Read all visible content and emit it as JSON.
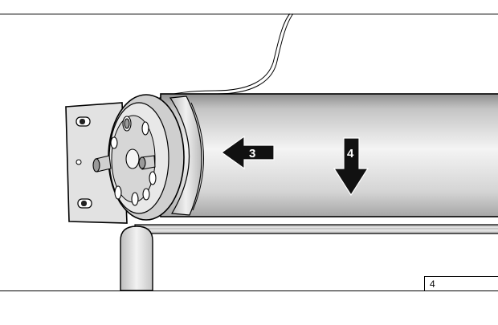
{
  "steps": [
    {
      "label": "3",
      "direction": "left"
    },
    {
      "label": "4",
      "direction": "down"
    }
  ],
  "figure": {
    "number": "4"
  },
  "colors": {
    "line": "#000000",
    "metal": "#d2d2d2",
    "tube": "#cfcfcf"
  }
}
